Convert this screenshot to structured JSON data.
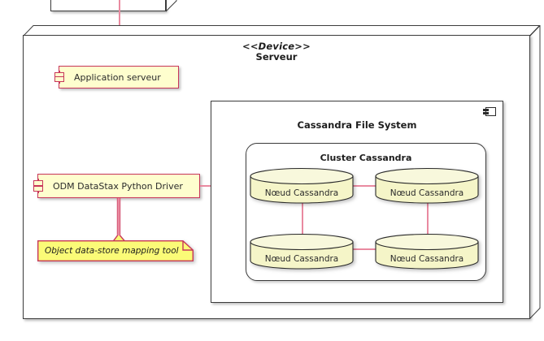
{
  "diagram": {
    "type": "uml-deployment-diagram",
    "title_stereotype": "<<Device>>",
    "title_name": "Serveur"
  },
  "colors": {
    "component_fill": "#FEFECE",
    "component_border": "#C8365A",
    "link": "#E98AA0",
    "node_border": "#3C3C3C",
    "note_fill": "#FBFB77",
    "note_border": "#C8365A",
    "db_fill": "#F5F5C8",
    "page_background": "#FFFFFF"
  },
  "top_node": {
    "name": "partial-node-cropped",
    "inner_component_label": ""
  },
  "device": {
    "stereotype": "<<Device>>",
    "name": "Serveur"
  },
  "components": {
    "application": {
      "label": "Application serveur",
      "icon": "component-icon"
    },
    "driver": {
      "label": "ODM DataStax Python Driver",
      "icon": "component-icon"
    }
  },
  "note": {
    "text": "Object data-store mapping tool"
  },
  "cassandra_file_system": {
    "title": "Cassandra File System",
    "icon": "component-icon"
  },
  "cluster": {
    "title": "Cluster Cassandra",
    "nodes": [
      {
        "label": "Nœud Cassandra"
      },
      {
        "label": "Nœud Cassandra"
      },
      {
        "label": "Nœud Cassandra"
      },
      {
        "label": "Nœud Cassandra"
      }
    ]
  }
}
